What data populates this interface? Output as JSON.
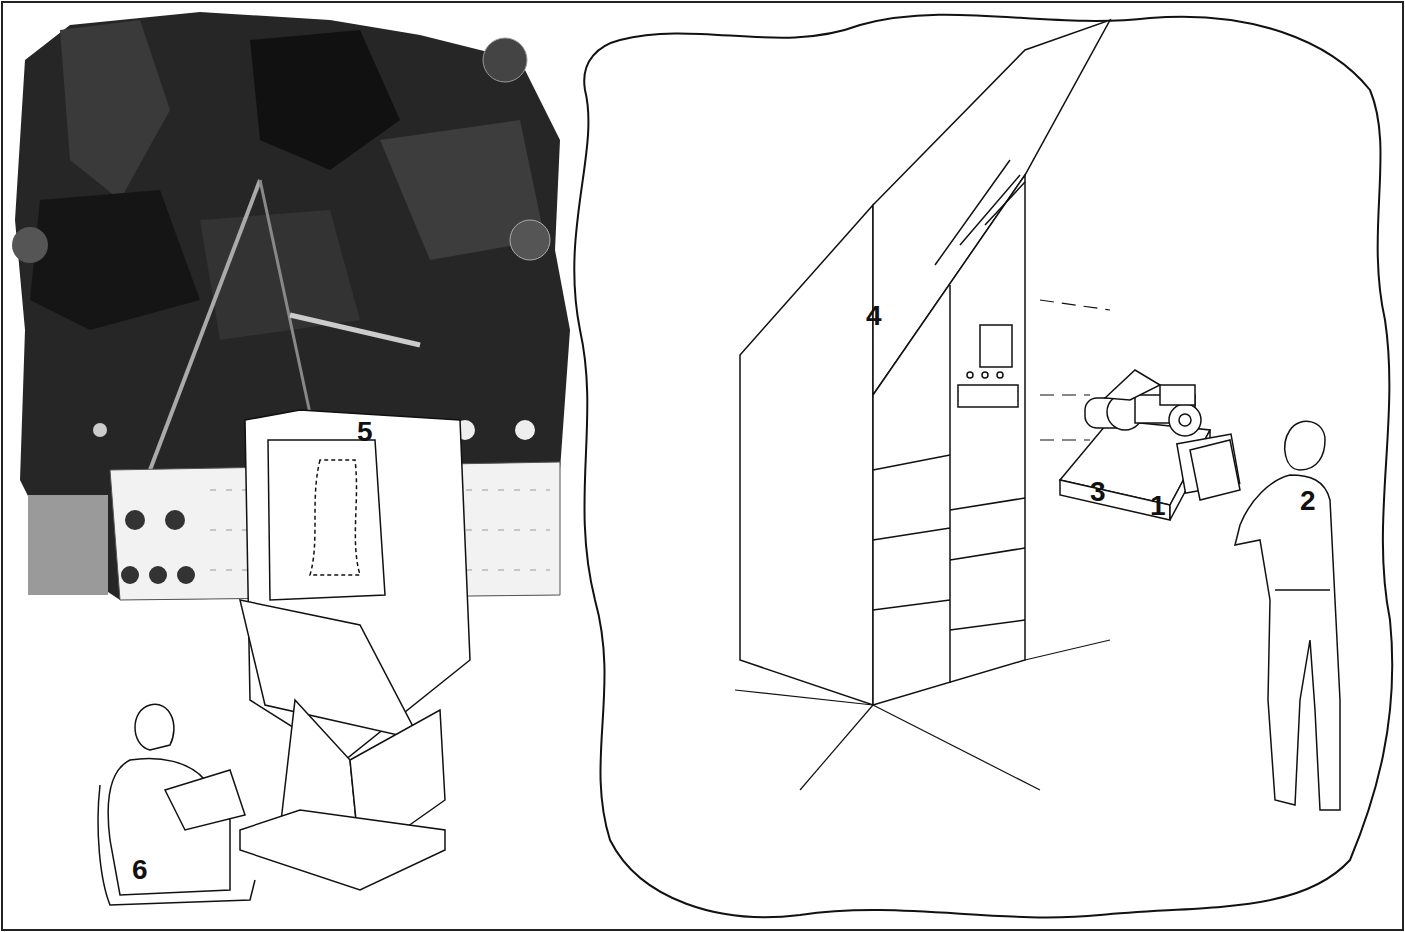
{
  "diagram": {
    "labels": [
      "4",
      "3",
      "1",
      "2",
      "5",
      "6"
    ]
  }
}
